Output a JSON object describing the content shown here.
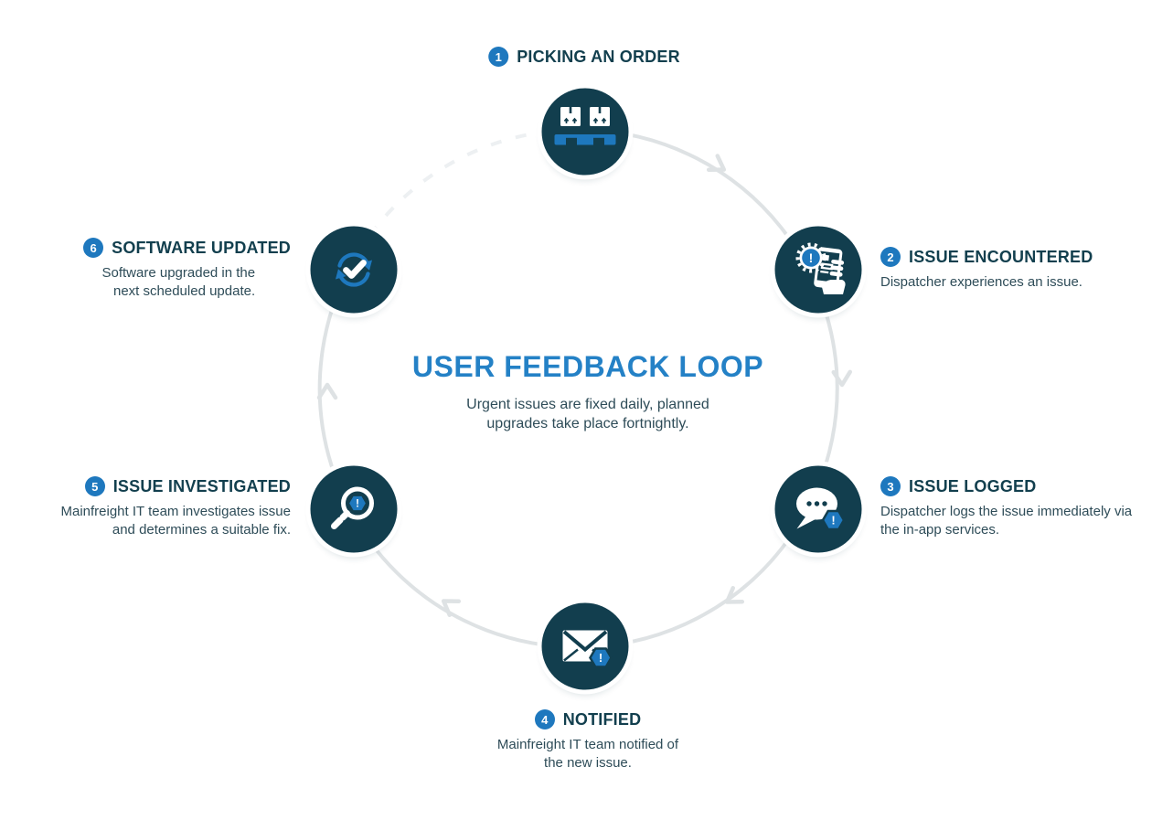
{
  "colors": {
    "node": "#123E4E",
    "accent_blue": "#1E78BE",
    "title_blue": "#2481C6",
    "heading_text": "#123F4E",
    "body_text": "#2E4C58",
    "ring": "#DEE2E4",
    "ring_dashed": "#EDF0F2"
  },
  "center": {
    "title": "USER FEEDBACK LOOP",
    "subtitle": "Urgent issues are fixed daily, planned upgrades take place fortnightly."
  },
  "steps": [
    {
      "number": "1",
      "label": "PICKING AN ORDER",
      "description": "",
      "icon": "conveyor-boxes-icon"
    },
    {
      "number": "2",
      "label": "ISSUE ENCOUNTERED",
      "description": "Dispatcher experiences an issue.",
      "icon": "phone-alert-icon"
    },
    {
      "number": "3",
      "label": "ISSUE LOGGED",
      "description": "Dispatcher logs the issue immediately via the in-app services.",
      "icon": "chat-alert-icon"
    },
    {
      "number": "4",
      "label": "NOTIFIED",
      "description": "Mainfreight IT team notified of the new issue.",
      "icon": "mail-alert-icon"
    },
    {
      "number": "5",
      "label": "ISSUE INVESTIGATED",
      "description": "Mainfreight IT team investigates issue and determines a suitable fix.",
      "icon": "search-alert-icon"
    },
    {
      "number": "6",
      "label": "SOFTWARE UPDATED",
      "description": "Software upgraded in the next scheduled update.",
      "icon": "refresh-check-icon"
    }
  ],
  "glyphs": {
    "exclamation": "!"
  }
}
